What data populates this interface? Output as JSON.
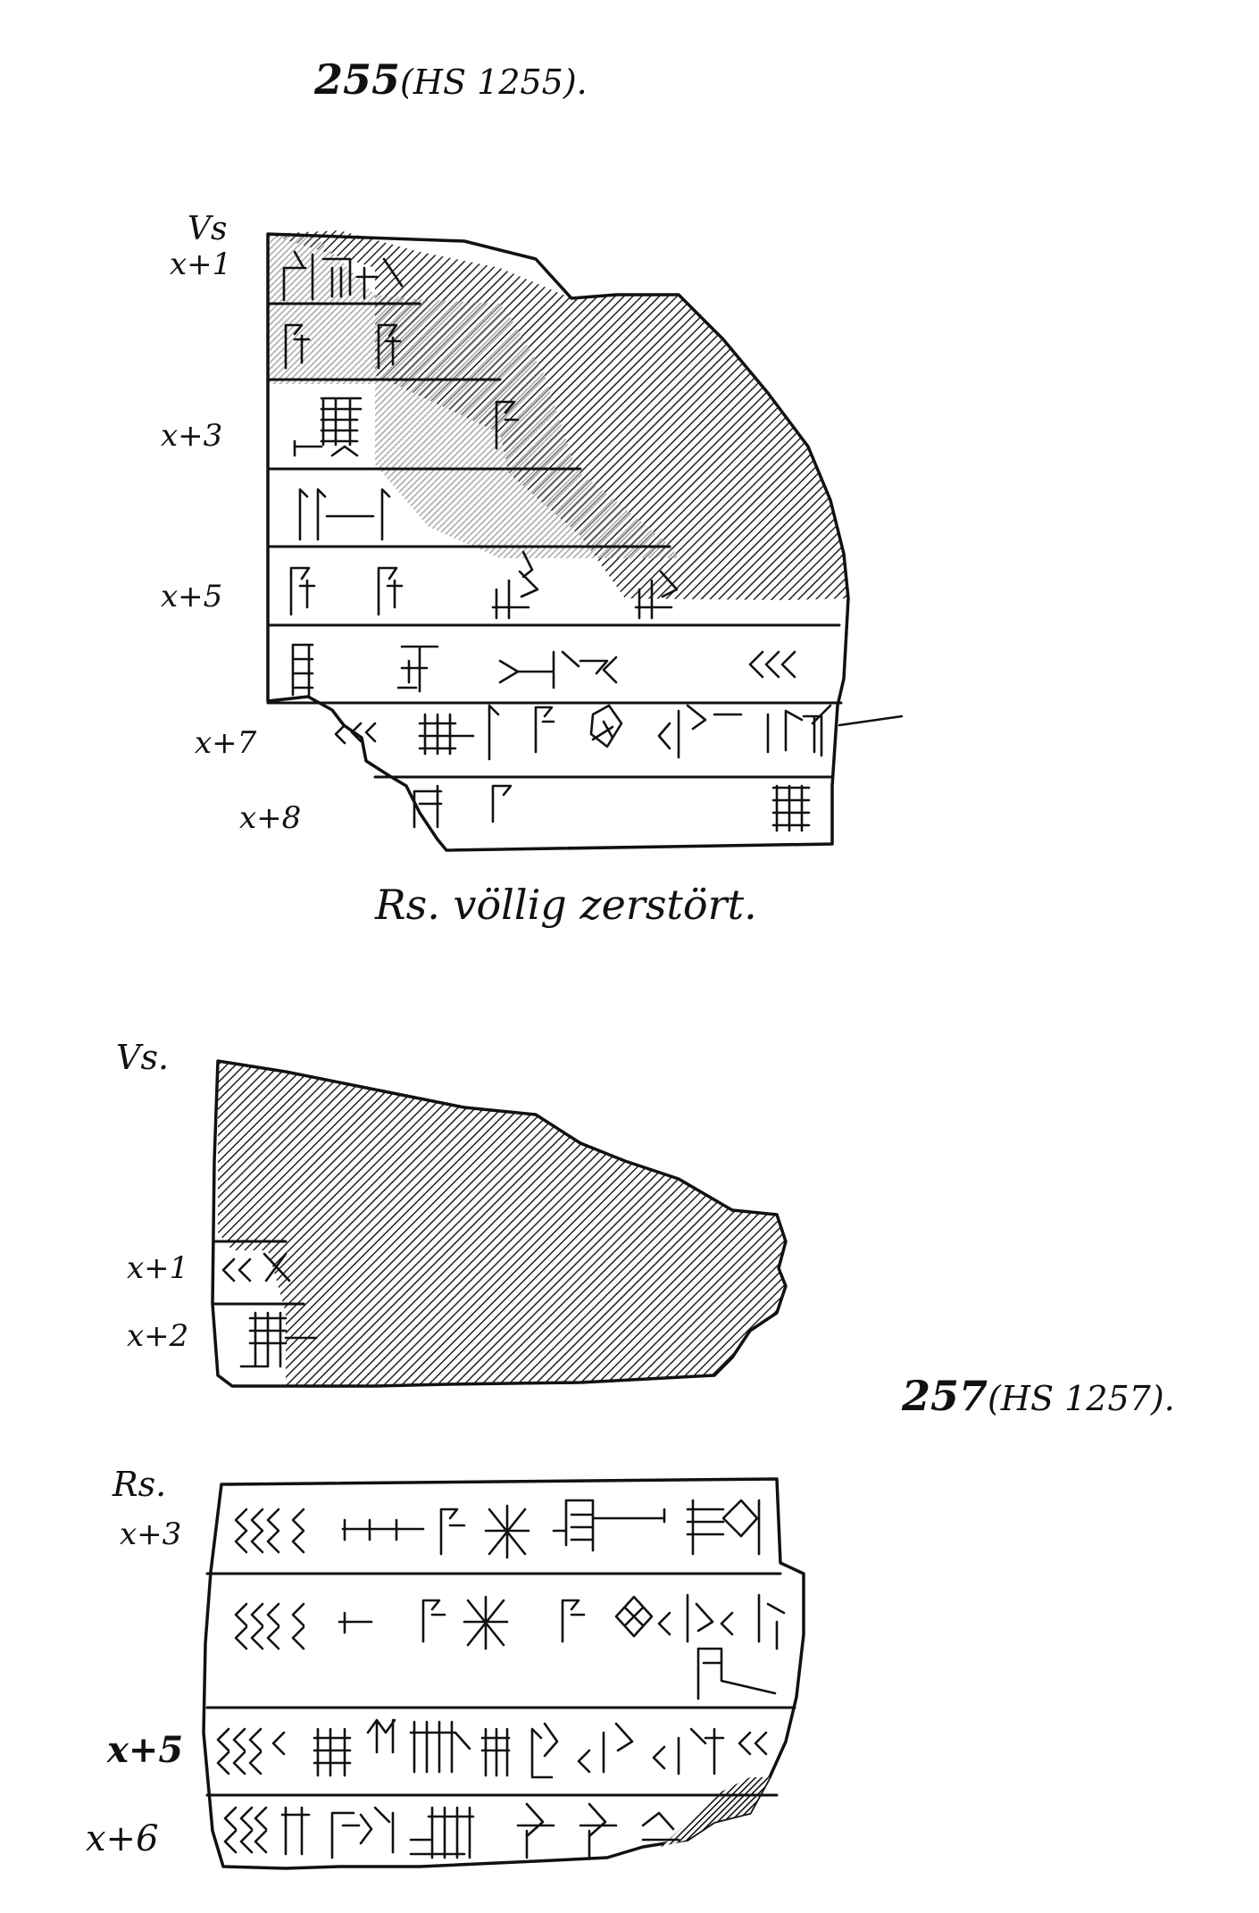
{
  "tablet_255": {
    "number": "255",
    "museum_no": "(HS 1255).",
    "side_label": "Vs",
    "line_labels": [
      "x+1",
      "x+3",
      "x+5",
      "x+7",
      "x+8"
    ],
    "reverse_note": "Rs. völlig zerstört."
  },
  "tablet_257": {
    "number": "257",
    "museum_no": "(HS 1257).",
    "obverse": {
      "side_label": "Vs.",
      "line_labels": [
        "x+1",
        "x+2"
      ]
    },
    "reverse": {
      "side_label": "Rs.",
      "line_labels": [
        "x+3",
        "x+5",
        "x+6"
      ]
    }
  }
}
